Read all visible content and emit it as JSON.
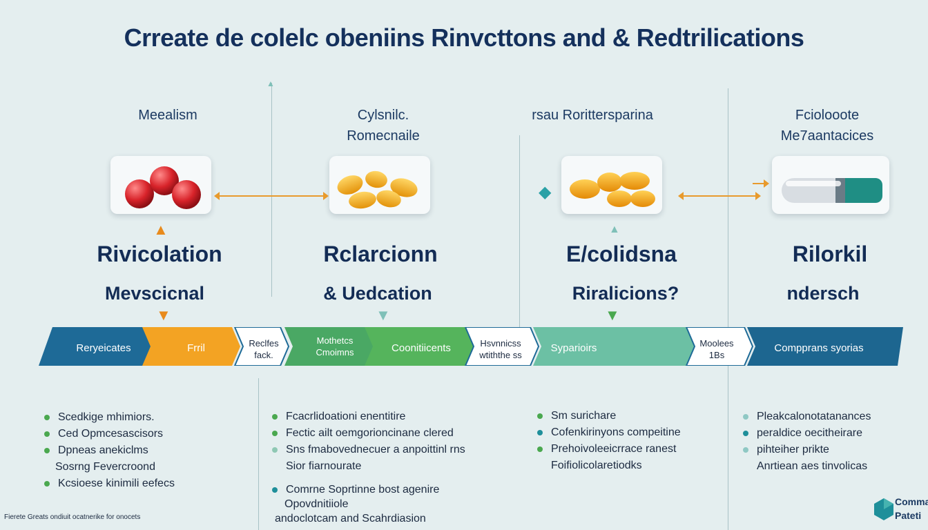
{
  "title": "Crreate  de  colelc obeniins Rinvcttons and & Redtrilications",
  "columns": [
    {
      "head1": "Meealism",
      "head2": "",
      "main": "Rivicolation",
      "sub": "Mevscicnal"
    },
    {
      "head1": "Cylsnilc.",
      "head2": "Romecnaile",
      "main": "Rclarcionn",
      "sub": "& Uedcation"
    },
    {
      "head1": "rsau Rorittersparina",
      "head2": "",
      "main": "E/colidsna",
      "sub": "Riralicions?"
    },
    {
      "head1": "Fciolooote",
      "head2": "Me7aantacices",
      "main": "Rilorkil",
      "sub": "ndersch"
    }
  ],
  "band_segments": [
    {
      "label": "Reryeicates",
      "color": "#1e6a97"
    },
    {
      "label": "Frril",
      "color": "#f3a323"
    },
    {
      "label": "Reclfes",
      "label2": "fack.",
      "color": "#ffffff"
    },
    {
      "label": "Mothetcs",
      "label2": "Cmoimns",
      "color": "#4aa864"
    },
    {
      "label": "Coonitiicents",
      "color": "#55b45c"
    },
    {
      "label": "Hsvnnicss",
      "label2": "wtiththe ss",
      "color": "#ffffff"
    },
    {
      "label": "Syparioirs",
      "color": "#6cc0a4"
    },
    {
      "label": "Moolees",
      "label2": "1Bs",
      "color": "#ffffff"
    },
    {
      "label": "Compprans  syorias",
      "color": "#1d6690"
    }
  ],
  "bullets": {
    "col1": [
      {
        "text": "Scedkige mhimiors.",
        "color": "#4aa84f"
      },
      {
        "text": "Ced  Opmcesascisors",
        "color": "#4aa84f"
      },
      {
        "text": "Dpneas  anekiclms",
        "color": "#4aa84f"
      },
      {
        "text": "Sosrng  Fevercroond",
        "color": ""
      },
      {
        "text": "Kcsioese kinimili eefecs",
        "color": "#4aa84f"
      }
    ],
    "col2": [
      {
        "text": "Fcacrlidoationi enentitire",
        "color": "#4aa84f"
      },
      {
        "text": "Fectic ailt  oemgorioncinane clered",
        "color": "#4aa84f"
      },
      {
        "text": "Sns fmabovednecuer a anpoittinl rns",
        "color": "#8fc8b4"
      },
      {
        "text": "Sior fiarnourate",
        "color": ""
      },
      {
        "text": "Comrne  Soprtinne bost agenire",
        "color": "#1e8f9a"
      },
      {
        "text": "Opovdnitiiole",
        "color": ""
      },
      {
        "text": "andoclotcam and Scahrdiasion",
        "color": ""
      }
    ],
    "col3": [
      {
        "text": "Sm surichare",
        "color": "#4aa84f"
      },
      {
        "text": "Cofenkirinyons compeitine",
        "color": "#1e8f9a"
      },
      {
        "text": "Prehoivoleeicrrace ranest",
        "color": "#4aa84f"
      },
      {
        "text": "Foifiolicolaretiodks",
        "color": ""
      }
    ],
    "col4": [
      {
        "text": "Pleakcalonotatanances",
        "color": "#8fc8c4"
      },
      {
        "text": "peraldice oecitheirare",
        "color": "#1e8f9a"
      },
      {
        "text": "pihteiher prikte",
        "color": "#8fc8c4"
      },
      {
        "text": "Anrtiean aes tinvolicas",
        "color": ""
      }
    ]
  },
  "footnote": "Fierete Greats ondiuit ocatnerike for onocets",
  "logo": {
    "line1": "Comma",
    "line2": "Pateti"
  }
}
